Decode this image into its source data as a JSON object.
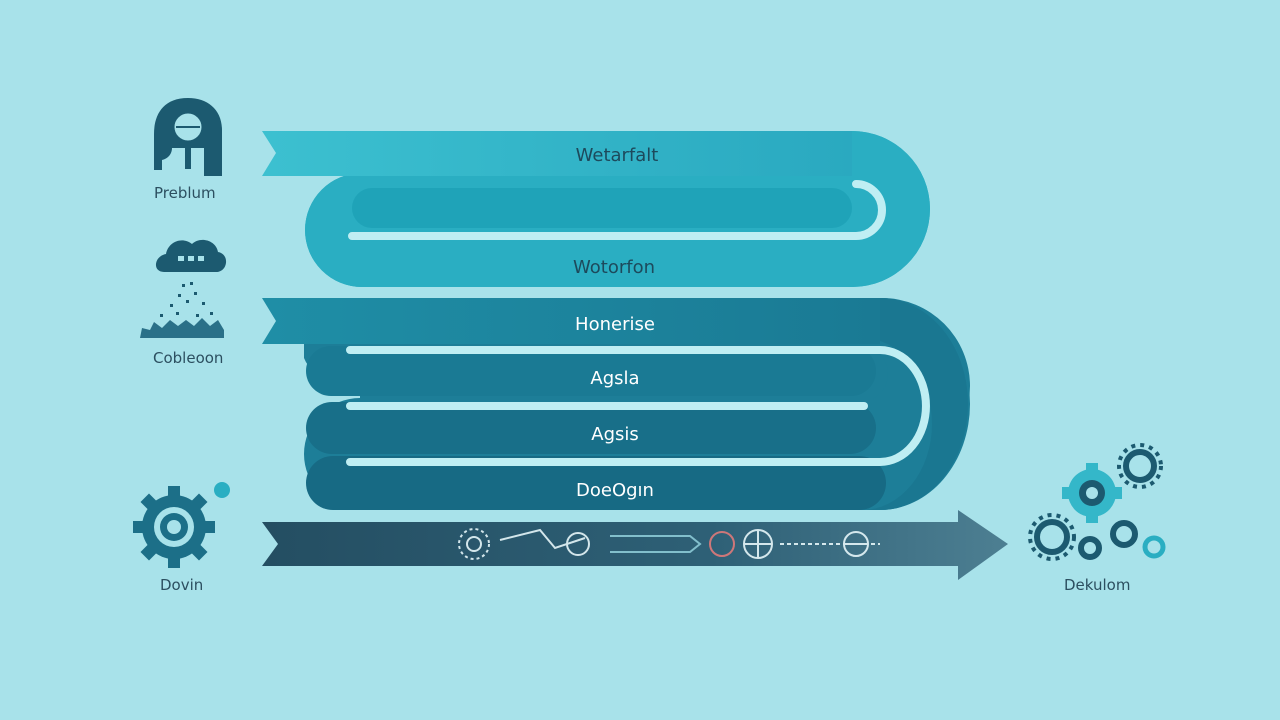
{
  "labels": {
    "problem": "Preblum",
    "collection": "Cobleoon",
    "design": "Dovin",
    "deployment": "Dekulom"
  },
  "bands": {
    "b1": "Wetarfalt",
    "b2": "Wotorfon",
    "b3": "Honerise",
    "b4": "Agsla",
    "b5": "Agsis",
    "b6": "DoeOgın"
  },
  "colors": {
    "background": "#a8e2ea",
    "band_light": "#33b6c8",
    "band_mid": "#1e98ad",
    "band_dark": "#1a7188",
    "arrow": "#2a5a6e",
    "icon": "#1c5a70"
  }
}
